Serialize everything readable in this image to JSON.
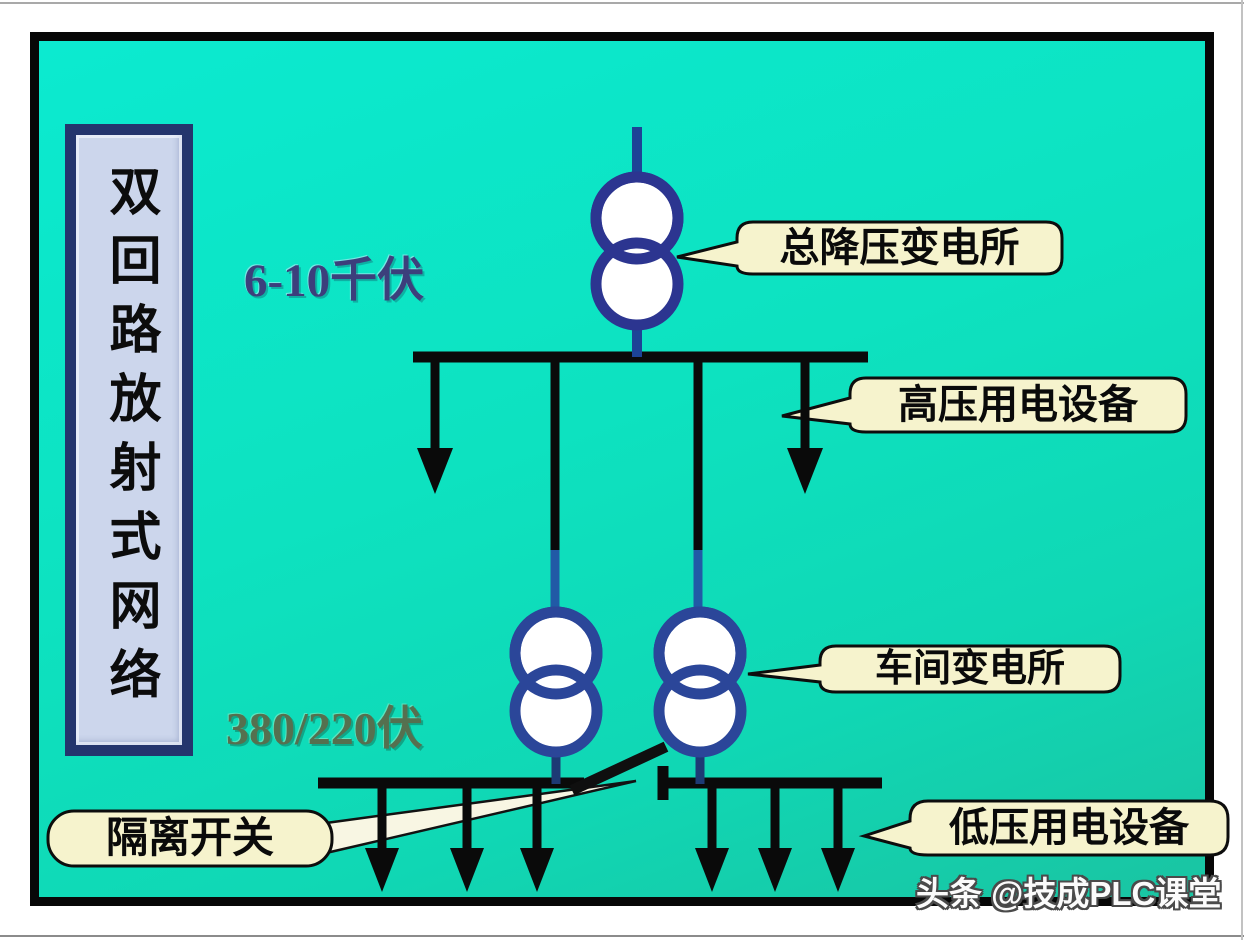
{
  "diagram": {
    "title_vertical": "双回路放射式网络",
    "hv_voltage_label": "6-10千伏",
    "lv_voltage_label": "380/220伏",
    "callouts": {
      "main_substation": "总降压变电所",
      "hv_equipment": "高压用电设备",
      "workshop_substation": "车间变电所",
      "lv_equipment": "低压用电设备",
      "isolating_switch": "隔离开关"
    },
    "watermark": "头条 @技成PLC课堂",
    "colors": {
      "background_teal": "#0de2c0",
      "frame_border": "#070707",
      "transformer_stroke": "#2c3590",
      "feeder_line_black": "#0a0a0a",
      "transformer_lead_blue": "#215aa6",
      "callout_fill": "#f6f3cd",
      "title_box_fill": "#ccd6ec",
      "title_box_border": "#24356d",
      "hv_voltage_color": "#3c3f7c",
      "lv_voltage_color": "#55704f"
    }
  }
}
